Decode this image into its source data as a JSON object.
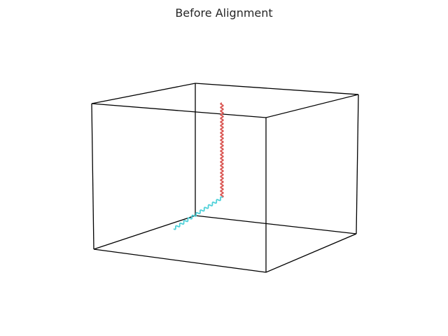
{
  "chart_data": {
    "type": "line3d",
    "title": "Before Alignment",
    "grid": false,
    "axes_visible": false,
    "box_color": "#000000",
    "series": [
      {
        "color": "#d9534f",
        "values": "zigzag vertical helix, 26 turns"
      },
      {
        "color": "#4fd1d9",
        "values": "zigzag diagonal helix, 12 turns"
      }
    ]
  }
}
